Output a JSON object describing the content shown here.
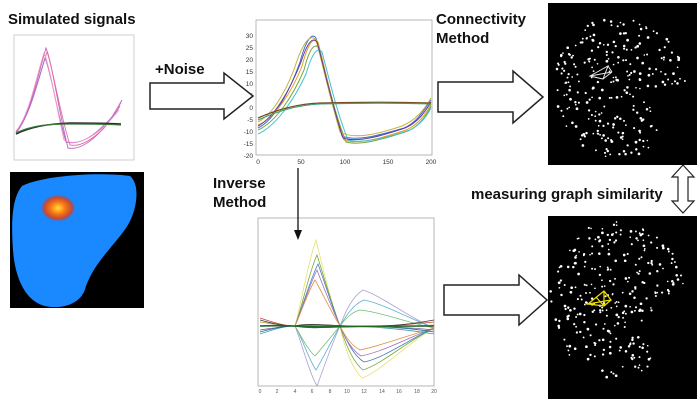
{
  "labels": {
    "simulated_signals": "Simulated signals",
    "noise": "+Noise",
    "inverse_method_line1": "Inverse",
    "inverse_method_line2": "Method",
    "connectivity_method_line1": "Connectivity",
    "connectivity_method_line2": "Method",
    "graph_similarity": "measuring graph similarity"
  },
  "noisy_plot": {
    "x_ticks": [
      "0",
      "50",
      "100",
      "150",
      "200"
    ],
    "y_ticks": [
      "30",
      "25",
      "20",
      "15",
      "10",
      "5",
      "0",
      "-5",
      "-10",
      "-15",
      "-20"
    ]
  },
  "inverse_plot": {
    "x_ticks": [
      "0",
      "2",
      "4",
      "6",
      "8",
      "10",
      "12",
      "14",
      "16",
      "18",
      "20"
    ]
  },
  "colors": {
    "brain_blue": "#1a88ff",
    "hotspot": "#ff7a10",
    "connectivity_highlight_top": "#e8e8e8",
    "connectivity_highlight_bottom": "#f0e000",
    "point_cloud": "#ffffff"
  },
  "icons": [
    "right-arrow-icon",
    "down-arrow-icon",
    "double-vertical-arrow-icon"
  ]
}
